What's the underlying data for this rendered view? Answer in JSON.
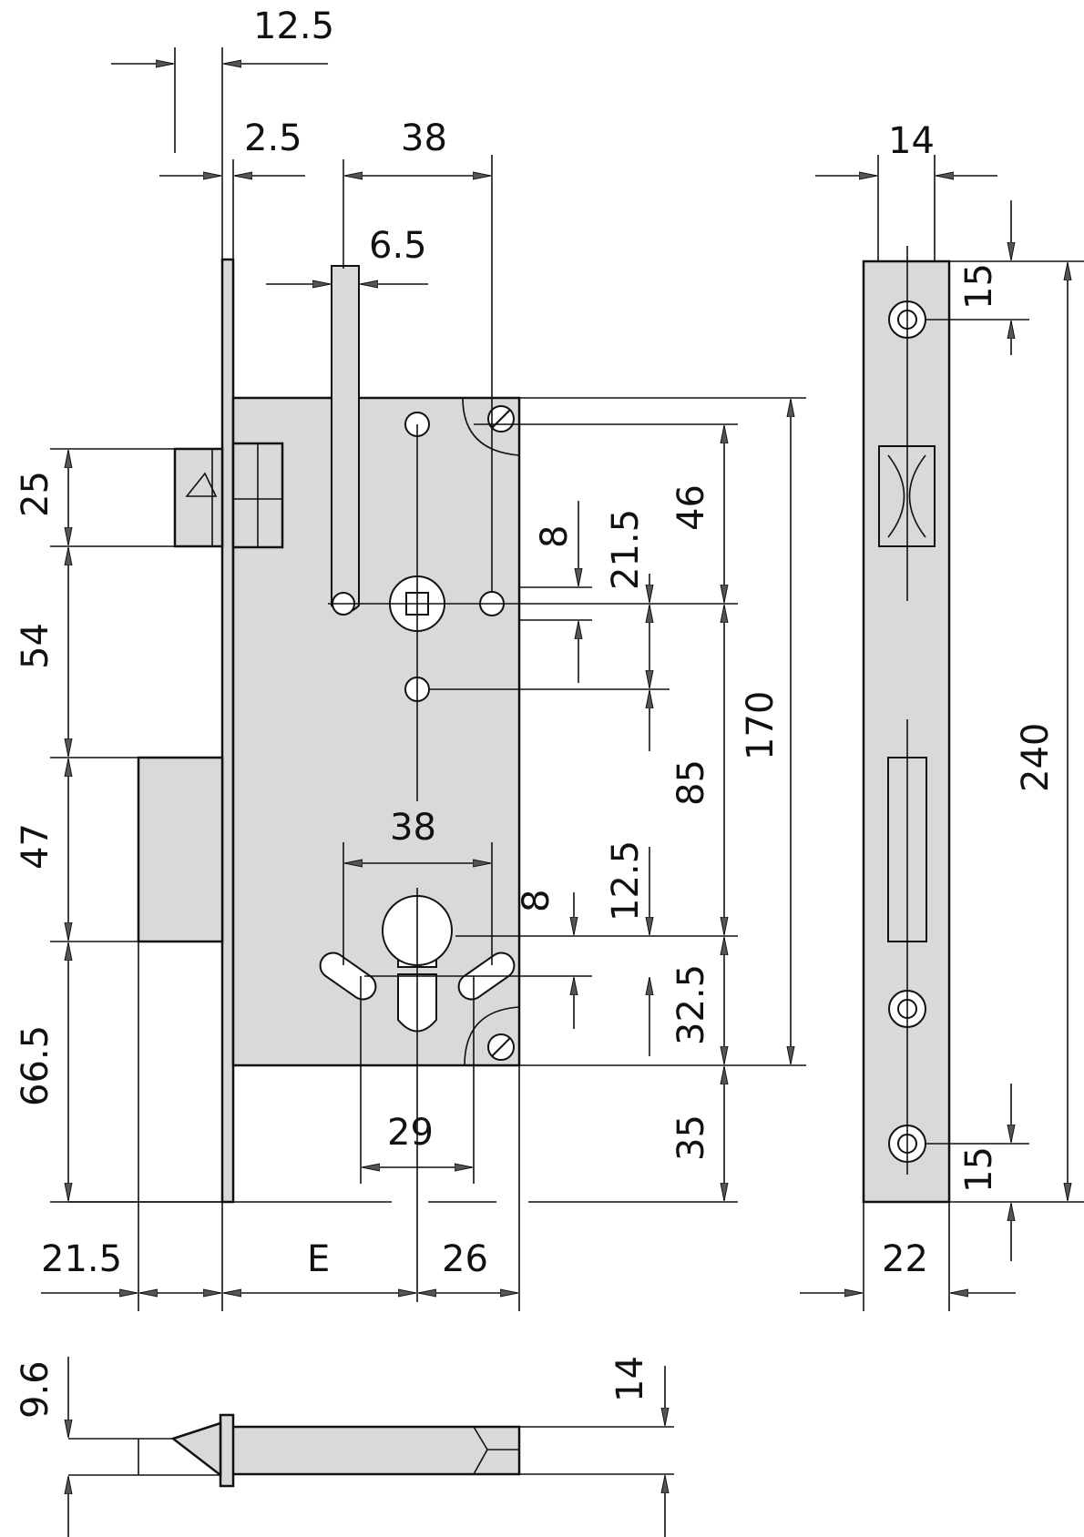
{
  "colors": {
    "part_fill": "#d9d9d9",
    "line": "#111111",
    "background": "#ffffff"
  },
  "dimensions": {
    "front_12_5": "12.5",
    "front_2_5": "2.5",
    "spindle_to_edge_38": "38",
    "slot_6_5": "6.5",
    "latch_25": "25",
    "gap_54": "54",
    "bolt_47": "47",
    "bottom_66_5": "66.5",
    "spindle_8": "8",
    "spindle_21_5": "21.5",
    "top_46": "46",
    "centers_85": "85",
    "case_170": "170",
    "cyl_38": "38",
    "cyl_8": "8",
    "cyl_12_5": "12.5",
    "cyl_32_5": "32.5",
    "cyl_29": "29",
    "bottom_35": "35",
    "backset_21_5": "21.5",
    "backset_e": "E",
    "backset_26": "26",
    "plate_14": "14",
    "plate_15_top": "15",
    "plate_240": "240",
    "plate_15_bottom": "15",
    "plate_22": "22",
    "side_9_6": "9.6",
    "side_14": "14"
  }
}
